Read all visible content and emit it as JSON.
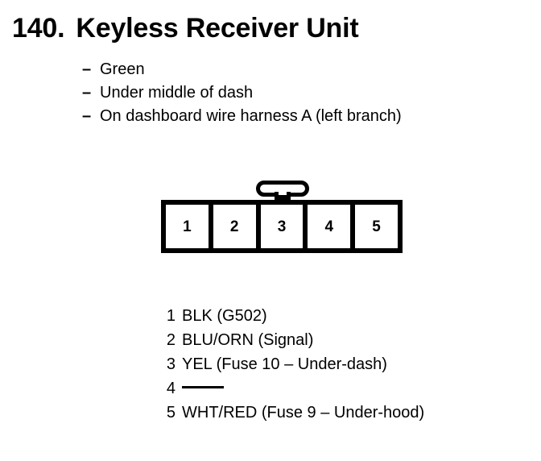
{
  "title": {
    "number": "140.",
    "name": "Keyless Receiver Unit"
  },
  "bullets": [
    {
      "marker": "–",
      "text": "Green"
    },
    {
      "marker": "–",
      "text": "Under middle of dash"
    },
    {
      "marker": "–",
      "text": "On dashboard wire harness A (left branch)"
    }
  ],
  "connector": {
    "cavities": [
      {
        "number": "1"
      },
      {
        "number": "2"
      },
      {
        "number": "3"
      },
      {
        "number": "4"
      },
      {
        "number": "5"
      }
    ]
  },
  "pins": [
    {
      "number": "1",
      "desc": "BLK (G502)",
      "empty": false
    },
    {
      "number": "2",
      "desc": "BLU/ORN (Signal)",
      "empty": false
    },
    {
      "number": "3",
      "desc": "YEL (Fuse 10 – Under-dash)",
      "empty": false
    },
    {
      "number": "4",
      "desc": "—",
      "empty": true
    },
    {
      "number": "5",
      "desc": "WHT/RED (Fuse 9 – Under-hood)",
      "empty": false
    }
  ],
  "colors": {
    "ink": "#000000",
    "background": "#ffffff"
  }
}
